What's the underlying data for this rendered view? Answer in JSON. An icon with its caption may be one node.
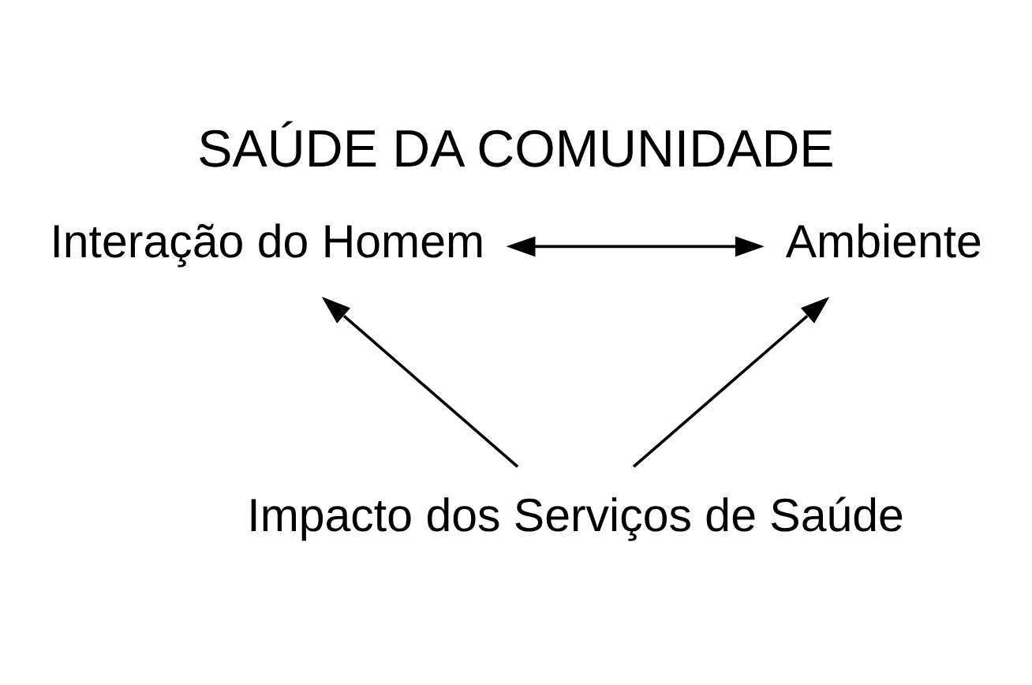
{
  "diagram": {
    "title": "SAÚDE DA COMUNIDADE",
    "nodes": [
      {
        "text": [
          "Interação do Homem"
        ]
      },
      {
        "text": [
          "Ambiente"
        ]
      },
      {
        "text": [
          "Impacto dos Serviços de Saúde"
        ]
      }
    ],
    "edges": [
      {
        "from": 0,
        "to": 1,
        "arrow": "both"
      },
      {
        "from": 2,
        "to": 0,
        "arrow": "to"
      },
      {
        "from": 2,
        "to": 1,
        "arrow": "to"
      }
    ]
  }
}
